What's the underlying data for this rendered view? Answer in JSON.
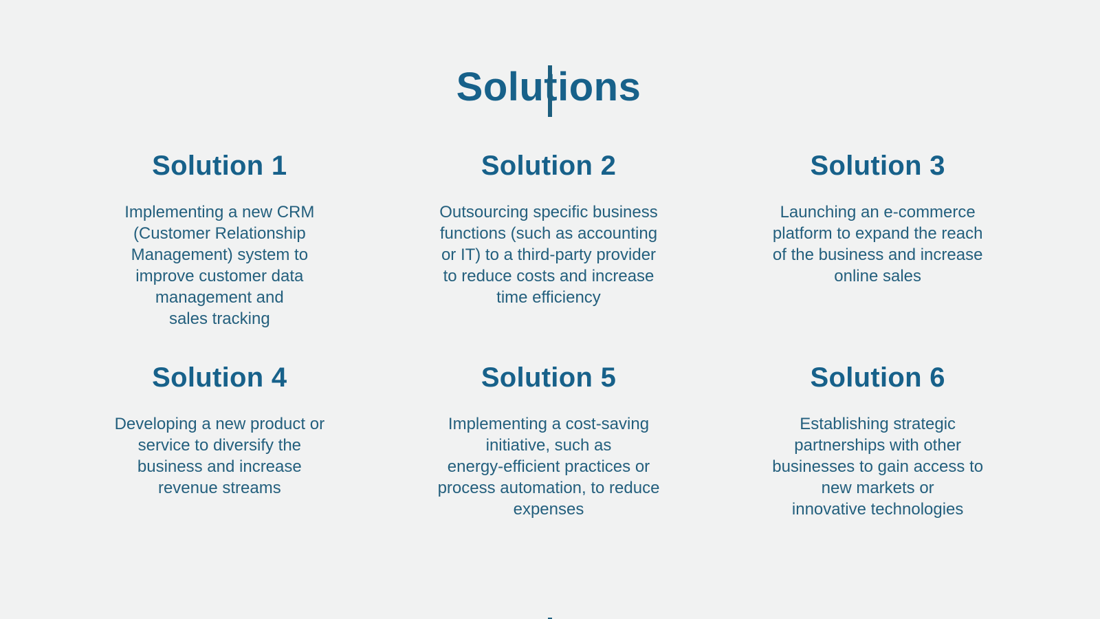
{
  "theme": {
    "background": "#f1f2f2",
    "accent": "#17618a",
    "body-text": "#235f7d",
    "line": "#1d5e7e"
  },
  "title": "Solutions",
  "solutions": [
    {
      "heading": "Solution 1",
      "body": "Implementing a new CRM\n(Customer Relationship\nManagement) system to\nimprove customer data\nmanagement and\nsales tracking"
    },
    {
      "heading": "Solution 2",
      "body": "Outsourcing specific business\nfunctions (such as accounting\nor IT) to a third-party provider\nto reduce costs and increase\ntime efficiency"
    },
    {
      "heading": "Solution 3",
      "body": "Launching an e-commerce\nplatform to expand the reach\nof the business and increase\nonline sales"
    },
    {
      "heading": "Solution 4",
      "body": "Developing a new product or\nservice to diversify the\nbusiness and increase\nrevenue streams"
    },
    {
      "heading": "Solution 5",
      "body": "Implementing a cost-saving\ninitiative, such as\nenergy-efficient practices or\nprocess automation, to reduce\nexpenses"
    },
    {
      "heading": "Solution 6",
      "body": "Establishing strategic\npartnerships with other\nbusinesses to gain access to\nnew markets or\ninnovative technologies"
    }
  ]
}
